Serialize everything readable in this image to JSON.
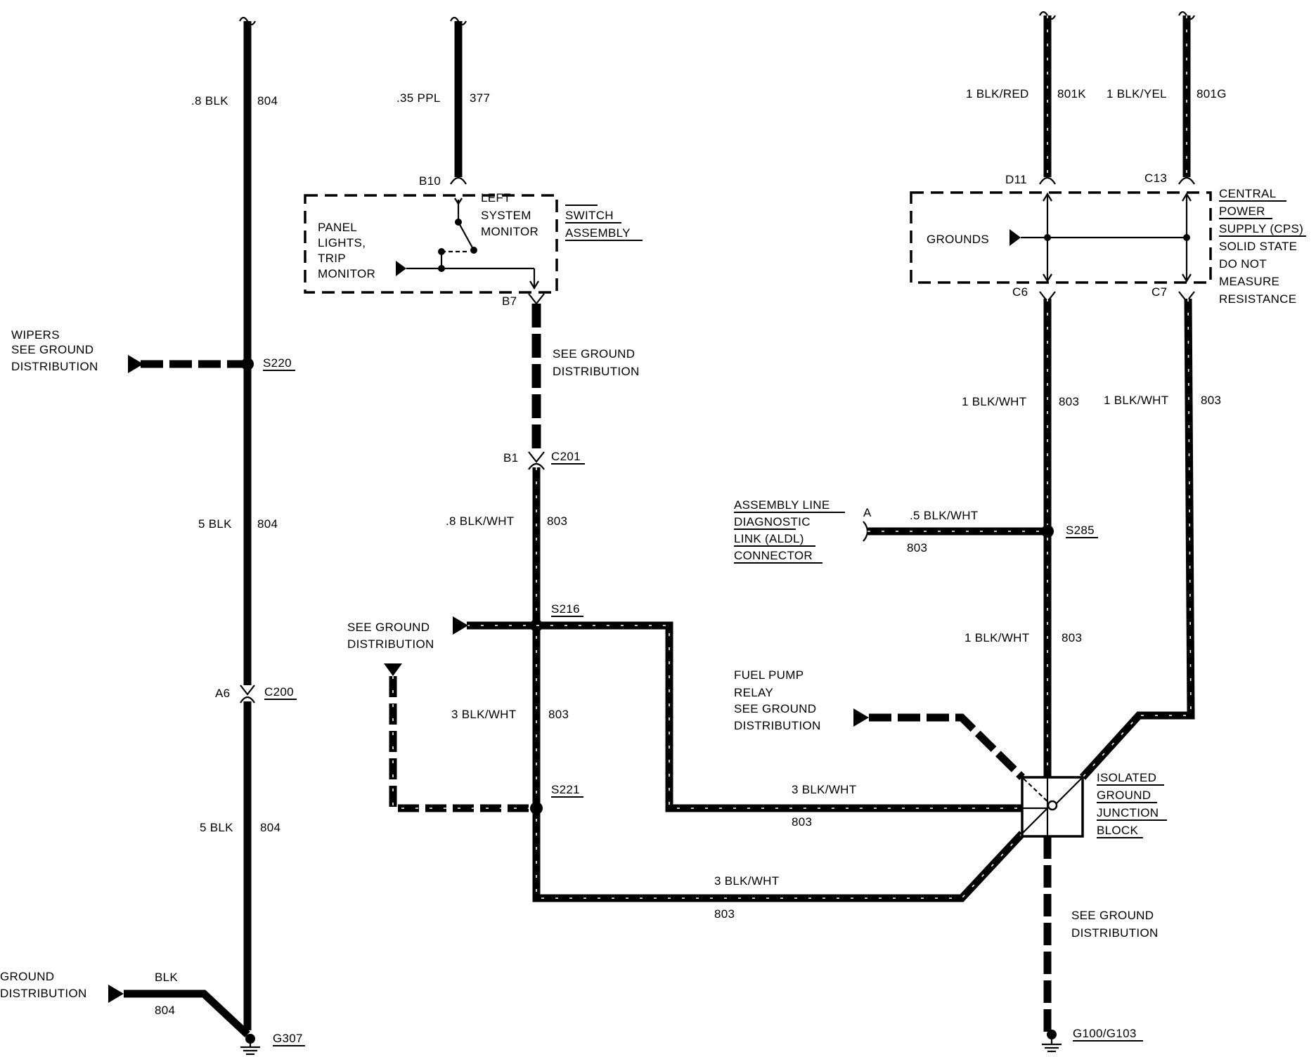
{
  "col1": {
    "top_gauge": ".8 BLK",
    "top_circuit": "804",
    "wipers_label": [
      "WIPERS",
      "SEE GROUND",
      "DISTRIBUTION"
    ],
    "splice_s220": "S220",
    "mid_gauge": "5 BLK",
    "mid_circuit": "804",
    "pin_a6": "A6",
    "conn_c200": "C200",
    "low_gauge": "5 BLK",
    "low_circuit": "804",
    "ground_dist_label": [
      "GROUND",
      "DISTRIBUTION"
    ],
    "stub_color": "BLK",
    "stub_circuit": "804",
    "ground_g307": "G307"
  },
  "col2": {
    "top_gauge": ".35 PPL",
    "top_circuit": "377",
    "pin_b10": "B10",
    "switch_label": [
      "LEFT",
      "SWITCH",
      "ASSEMBLY"
    ],
    "system_monitor": [
      "SYSTEM",
      "MONITOR"
    ],
    "panel_lights": [
      "PANEL",
      "LIGHTS,",
      "TRIP",
      "MONITOR"
    ],
    "pin_b7": "B7",
    "see_ground": [
      "SEE GROUND",
      "DISTRIBUTION"
    ],
    "pin_b1": "B1",
    "conn_c201": "C201",
    "wire_a_gauge": ".8 BLK/WHT",
    "wire_a_circuit": "803",
    "splice_s216": "S216",
    "left_see_ground": [
      "SEE GROUND",
      "DISTRIBUTION"
    ],
    "wire_b_gauge": "3 BLK/WHT",
    "wire_b_circuit": "803",
    "splice_s221": "S221"
  },
  "center": {
    "h1_gauge": "3 BLK/WHT",
    "h1_circuit": "803",
    "h2_gauge": "3 BLK/WHT",
    "h2_circuit": "803",
    "aldl_label": [
      "ASSEMBLY LINE",
      "DIAGNOSTIC",
      "LINK (ALDL)",
      "CONNECTOR"
    ],
    "aldl_pin": "A",
    "aldl_gauge": ".5 BLK/WHT",
    "aldl_circuit": "803",
    "fuel_pump": [
      "FUEL PUMP",
      "RELAY",
      "SEE GROUND",
      "DISTRIBUTION"
    ]
  },
  "col3": {
    "top_gauge": "1 BLK/RED",
    "top_circuit": "801K",
    "pin_d11": "D11",
    "pin_c6": "C6",
    "grounds": "GROUNDS",
    "mid_gauge": "1 BLK/WHT",
    "mid_circuit": "803",
    "splice_s285": "S285",
    "low_gauge": "1 BLK/WHT",
    "low_circuit": "803",
    "junction_label": [
      "ISOLATED",
      "GROUND",
      "JUNCTION",
      "BLOCK"
    ],
    "see_ground": [
      "SEE GROUND",
      "DISTRIBUTION"
    ],
    "ground_g100": "G100/G103"
  },
  "col4": {
    "top_gauge": "1 BLK/YEL",
    "top_circuit": "801G",
    "pin_c13": "C13",
    "pin_c7": "C7",
    "cps_label": [
      "CENTRAL",
      "POWER",
      "SUPPLY (CPS)",
      "SOLID STATE",
      "DO NOT",
      "MEASURE",
      "RESISTANCE"
    ],
    "mid_gauge": "1 BLK/WHT",
    "mid_circuit": "803"
  }
}
